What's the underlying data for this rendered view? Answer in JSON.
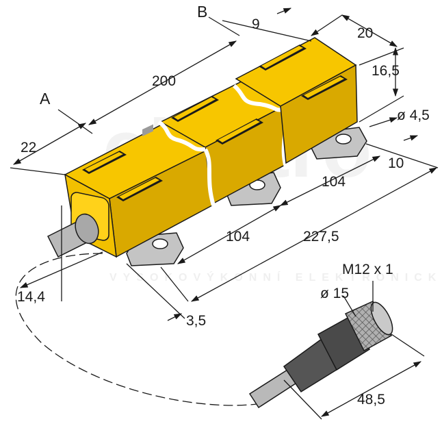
{
  "labels": {
    "face_a": "A",
    "face_b": "B"
  },
  "dimensions": {
    "width_face_a": "22",
    "length_total": "200",
    "connector_spacing": "9",
    "depth": "20",
    "height": "16,5",
    "hole_diameter": "ø 4,5",
    "lug_offset": "10",
    "lug_pitch_right": "104",
    "lug_pitch_left": "104",
    "overall_length": "227,5",
    "cable_offset": "14,4",
    "lug_edge": "3,5",
    "thread": "M12 x 1",
    "connector_diameter": "ø 15",
    "connector_length": "48,5"
  },
  "watermark": {
    "brand": "elektro",
    "tagline": "VYSOKOVÝKONNÍ ELEKTRONICKÝ"
  },
  "colors": {
    "housing_yellow": "#f7c600",
    "housing_shade": "#d9a900",
    "metal_grey": "#b9b9b9",
    "line": "#1a1a1a"
  }
}
